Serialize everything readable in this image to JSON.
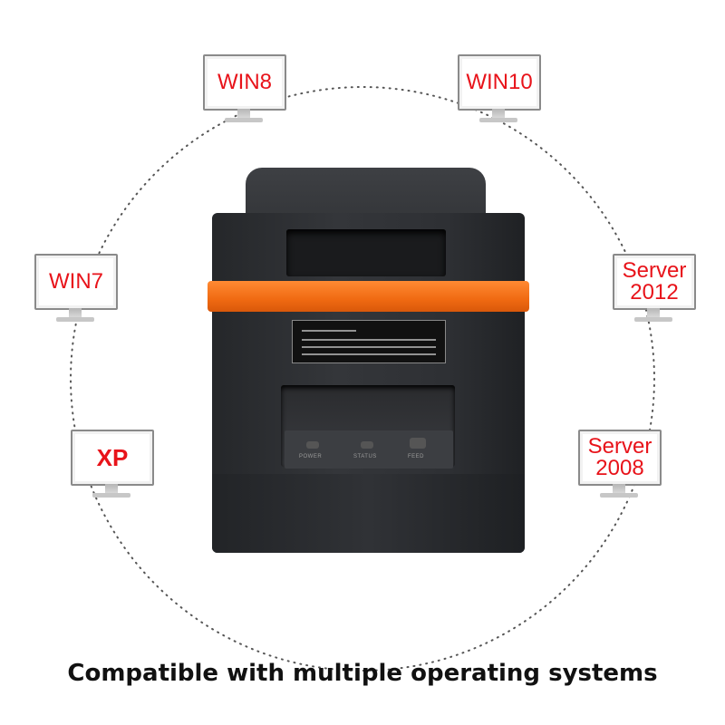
{
  "monitors": {
    "win8": "WIN8",
    "win10": "WIN10",
    "win7": "WIN7",
    "server2012": [
      "Server",
      "2012"
    ],
    "xp": "XP",
    "server2008": [
      "Server",
      "2008"
    ]
  },
  "printer": {
    "buttons": [
      "POWER",
      "STATUS",
      "FEED"
    ]
  },
  "caption": "Compatible with multiple operating systems",
  "colors": {
    "os_label": "#e8131a",
    "band": "#f06a12",
    "printer_body": "#2e3034"
  }
}
